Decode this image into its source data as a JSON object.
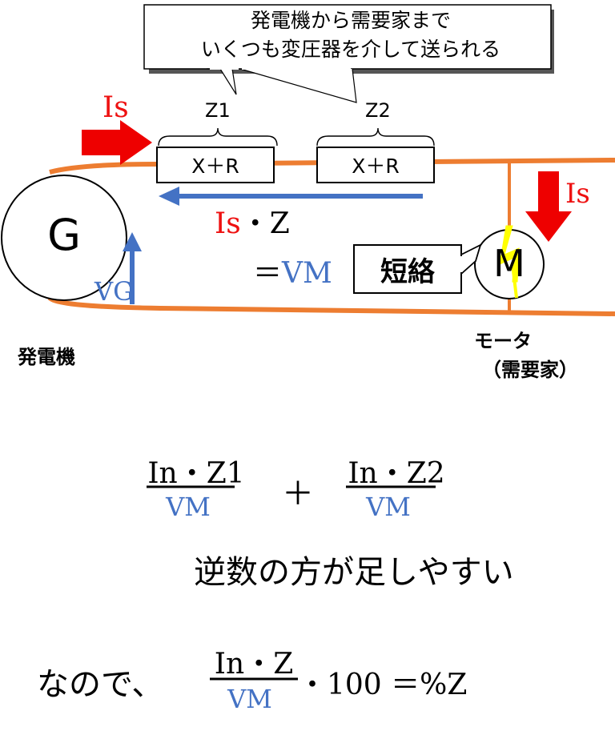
{
  "callout": {
    "line1": "発電機から需要家まで",
    "line2": "いくつも変圧器を介して送られる"
  },
  "impedances": [
    {
      "label": "Z1",
      "box": "X＋R"
    },
    {
      "label": "Z2",
      "box": "X＋R"
    }
  ],
  "generator": {
    "symbol": "G",
    "caption": "発電機"
  },
  "motor": {
    "symbol": "M",
    "caption_line1": "モータ",
    "caption_line2": "（需要家）"
  },
  "short_circuit_label": "短絡",
  "currents": {
    "is_left": "Is",
    "is_right": "Is"
  },
  "voltages": {
    "vg": "VG"
  },
  "drop": {
    "is": "Is",
    "dot_z": "・Z",
    "eq": "＝",
    "vm": "VM"
  },
  "formula1": {
    "term1_num": "In・Z1",
    "term1_den": "VM",
    "plus": "＋",
    "term2_num": "In・Z2",
    "term2_den": "VM"
  },
  "note": "逆数の方が足しやすい",
  "formula2": {
    "prefix": "なので、",
    "num": "In・Z",
    "den": "VM",
    "suffix": "・100 ＝%Z"
  },
  "colors": {
    "wire": "#ed7d31",
    "red": "#ee1111",
    "blue": "#4472c4",
    "bolt": "#ffff00"
  }
}
